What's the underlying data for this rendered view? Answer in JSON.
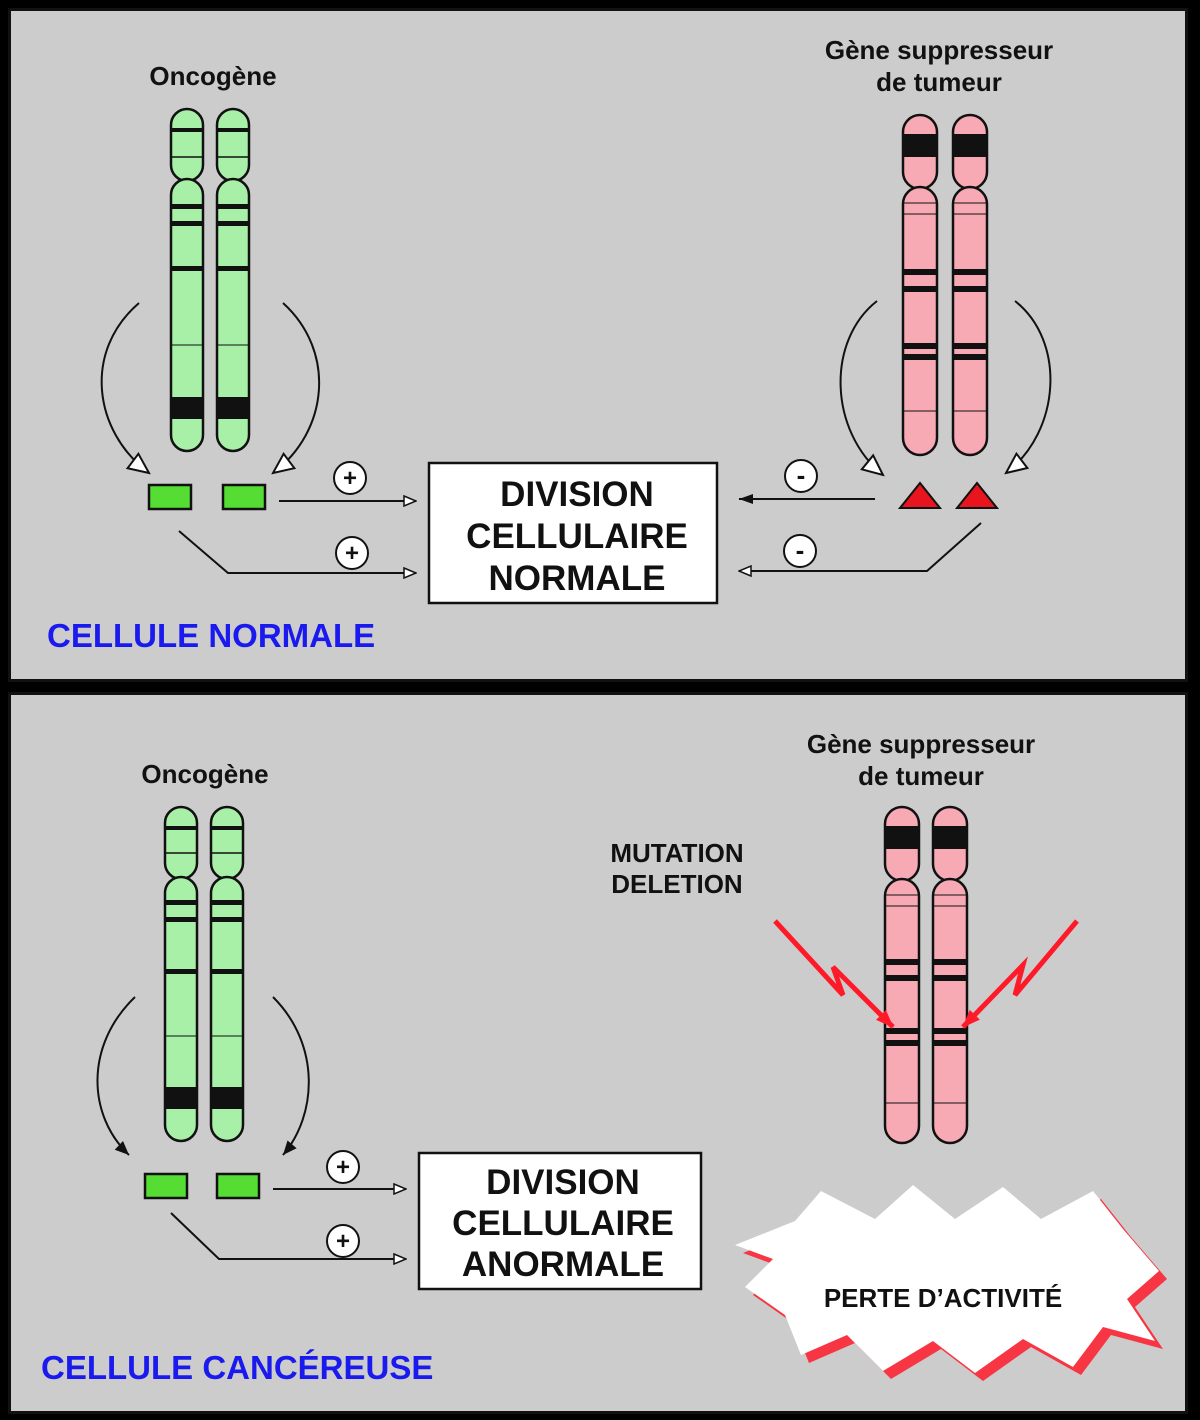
{
  "top_panel": {
    "oncogene_title": "Oncogène",
    "suppressor_title_line1": "Gène suppresseur",
    "suppressor_title_line2": "de tumeur",
    "division_line1": "DIVISION",
    "division_line2": "CELLULAIRE",
    "division_line3": "NORMALE",
    "plus_sign": "+",
    "minus_sign": "-",
    "panel_label": "CELLULE NORMALE"
  },
  "bottom_panel": {
    "oncogene_title": "Oncogène",
    "suppressor_title_line1": "Gène suppresseur",
    "suppressor_title_line2": "de tumeur",
    "mutation_line1": "MUTATION",
    "mutation_line2": "DELETION",
    "division_line1": "DIVISION",
    "division_line2": "CELLULAIRE",
    "division_line3": "ANORMALE",
    "plus_sign": "+",
    "activity_loss": "PERTE D’ACTIVITÉ",
    "panel_label": "CELLULE CANCÉREUSE"
  },
  "colors": {
    "panel_bg": "#cccccc",
    "oncogene_chromosome": "#a8f0a8",
    "oncogene_product": "#55dd33",
    "suppressor_chromosome": "#f7aab4",
    "suppressor_product": "#e8141e",
    "label_blue": "#1a1aee",
    "lightning_red": "#ff1a2a"
  }
}
